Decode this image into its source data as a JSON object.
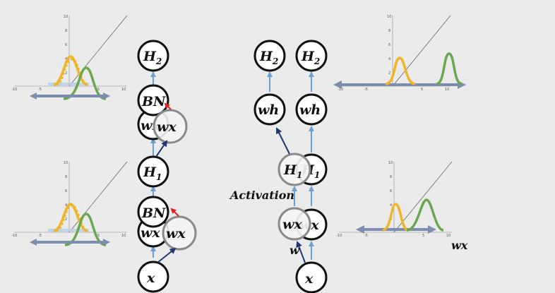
{
  "colors": {
    "background": "#ebebeb",
    "node_stroke": "#111111",
    "ghost_stroke": "#8a8a8a",
    "forward_arrow": "#6a9fd4",
    "weight_arrow": "#1f3a73",
    "grad_arrow": "#e02020",
    "gaussian_before": "#f0b429",
    "gaussian_after": "#6aa84f",
    "range_bar": "#7b8db0"
  },
  "nodes": {
    "h2": "H",
    "h2_sub": "2",
    "bn": "BN",
    "wx": "wx",
    "h1": "H",
    "h1_sub": "1",
    "x": "x",
    "wh": "wh"
  },
  "labels": {
    "activation": "Activation",
    "w": "w",
    "wx_caption": "wx"
  },
  "plot_ticks": {
    "x": [
      "-10",
      "-5",
      "5",
      "10"
    ],
    "y": [
      "10",
      "8",
      "6",
      "4",
      "2"
    ]
  }
}
